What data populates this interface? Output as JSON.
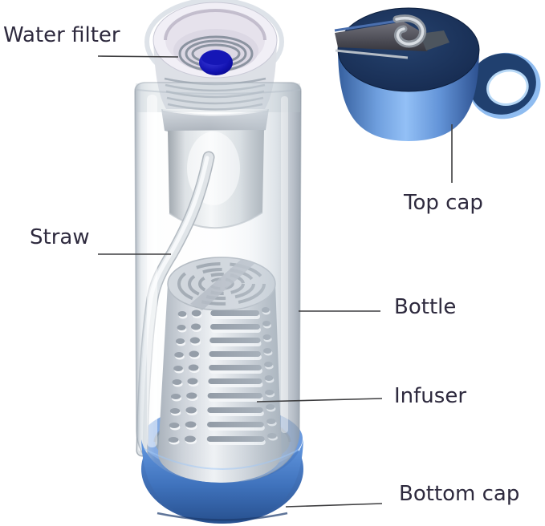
{
  "diagram": {
    "labels": {
      "water_filter": "Water filter",
      "straw": "Straw",
      "bottle": "Bottle",
      "infuser": "Infuser",
      "bottom_cap": "Bottom cap",
      "top_cap": "Top cap"
    },
    "colors": {
      "background": "#ffffff",
      "label_text": "#2e2a3e",
      "leader_line": "#3e3e40",
      "cap_navy_top": "#1b2f5c",
      "cap_blue_side": "#6f9fde",
      "cap_light_blue": "#9cc8f0",
      "bottom_cap_blue": "#4a7cc4",
      "filter_disc_blue": "#0f10a8",
      "infuser_silver": "#c9cfd6",
      "bottle_glass": "#eef1f4"
    }
  }
}
